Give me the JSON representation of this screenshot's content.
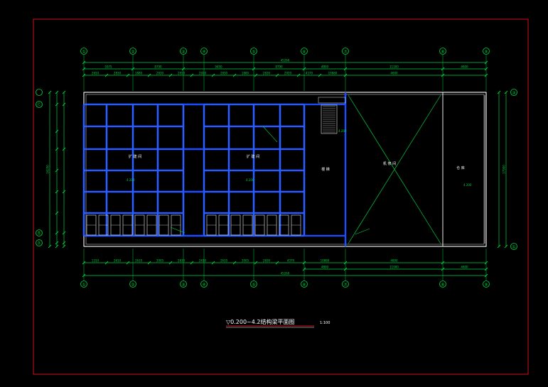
{
  "colors": {
    "background": "#000000",
    "frame": "#d0101a",
    "dimension": "#00d040",
    "structure": "#1a4dff",
    "structure_light": "#5b8cff",
    "wall": "#e8e8e8",
    "text_white": "#ffffff",
    "title": "#ffffff"
  },
  "grid_axes": {
    "columns": [
      "①",
      "②",
      "③",
      "④",
      "⑤",
      "⑥",
      "⑦",
      "⑧",
      "⑨"
    ],
    "rows_left": [
      "Ⓒ",
      "Ⓑ",
      "Ⓐ"
    ],
    "row_right": [
      "③",
      "①"
    ]
  },
  "dimensions": {
    "overall_top": "45260",
    "overall_bottom": "45260",
    "left_total": "14200",
    "right_total": "17900",
    "top_segments": [
      "5975",
      "8790",
      "9450",
      "8790",
      "4800",
      "11100",
      "4600"
    ],
    "top_subsegments": [
      "2650",
      "2830",
      "1880",
      "2830",
      "2650",
      "2920",
      "2830",
      "1880",
      "2830",
      "2920",
      "4370",
      "10880",
      "4600"
    ],
    "bottom_segments": [
      "4800",
      "11900",
      "4600"
    ],
    "bottom_subsegments": [
      "1310",
      "2610",
      "2610",
      "3005",
      "2830",
      "2610",
      "2610",
      "3005",
      "2830",
      "4370",
      "10880",
      "4800"
    ]
  },
  "room_labels": [
    "扩 建 间",
    "扩 建 间",
    "楼 梯",
    "机 修 间",
    "仓 库"
  ],
  "elevation_tags": [
    "4.200",
    "4.200",
    "4.200",
    "4.200"
  ],
  "title": {
    "text": "▽0.200~4.2结构梁平面图",
    "scale": "1:100"
  }
}
